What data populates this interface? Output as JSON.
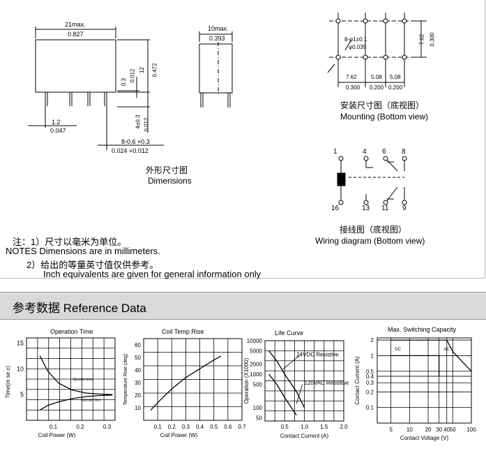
{
  "dimensions": {
    "width_max": "21max.",
    "width_inch": "0.827",
    "depth_max": "10max.",
    "depth_inch": "0.393",
    "dim_03": "0.3",
    "dim_0012a": "0.012",
    "dim_12": "12",
    "dim_0472": "0.472",
    "dim_12b": "1.2",
    "dim_0047": "0.047",
    "dim_4": "4±0.3",
    "dim_0012b": "0.012",
    "pin": "8-0.6 ×0.3",
    "pin_inch": "0.024 ×0.012",
    "caption_cn": "外形尺寸图",
    "caption_en": "Dimensions"
  },
  "mounting": {
    "hole": "8-φ1±0.1",
    "hole_inch": "φ0.039",
    "v1": "7.62",
    "v1_inch": "0.300",
    "h1": "7.62",
    "h1_inch": "0.300",
    "h2": "5.08",
    "h2_inch": "0.200",
    "h3": "5.08",
    "h3_inch": "0.200",
    "caption_cn": "安装尺寸图（底视图）",
    "caption_en": "Mounting (Bottom view)"
  },
  "wiring": {
    "pins_top": [
      "1",
      "4",
      "6",
      "8"
    ],
    "pins_bottom": [
      "16",
      "13",
      "11",
      "9"
    ],
    "caption_cn": "接线图（底视图）",
    "caption_en": "Wiring diagram (Bottom view)"
  },
  "notes": {
    "line1": "注：1）尺寸以毫米为单位。",
    "line2": "NOTES   Dimensions are in millimeters.",
    "line3": "2）给出的等量英寸值仅供参考。",
    "line4": "Inch equivalents are given for general information only"
  },
  "reference": {
    "title": "参考数据 Reference Data"
  },
  "chart_data": [
    {
      "type": "line",
      "title": "Operation Time",
      "xlabel": "Coil Power (W)",
      "ylabel": "Time(m se c)",
      "xticks": [
        "0.1",
        "0.2",
        "0.3"
      ],
      "yticks": [
        "5",
        "10",
        "15"
      ],
      "xlim": [
        0,
        0.33
      ],
      "ylim": [
        0,
        16
      ],
      "annotations": [
        "Operate time",
        "Operate time"
      ],
      "series": [
        {
          "x": [
            0.05,
            0.08,
            0.12,
            0.17,
            0.22,
            0.27,
            0.32
          ],
          "values": [
            12.5,
            9.5,
            7.2,
            5.9,
            5.3,
            5.1,
            5.0
          ]
        },
        {
          "x": [
            0.05,
            0.08,
            0.12,
            0.17,
            0.22,
            0.27,
            0.32
          ],
          "values": [
            2.0,
            2.9,
            3.6,
            4.2,
            4.6,
            4.8,
            4.9
          ]
        }
      ]
    },
    {
      "type": "line",
      "title": "Coil Temp Rise",
      "xlabel": "Coil Power (W)",
      "ylabel": "Temperature Rise (deg)",
      "xticks": [
        "0.1",
        "0.2",
        "0.3",
        "0.4",
        "0.5",
        "0.6",
        "0.7"
      ],
      "yticks": [
        "10",
        "20",
        "30",
        "40",
        "50",
        "60"
      ],
      "xlim": [
        0,
        0.7
      ],
      "ylim": [
        0,
        65
      ],
      "series": [
        {
          "x": [
            0.05,
            0.1,
            0.2,
            0.3,
            0.4,
            0.5,
            0.55
          ],
          "values": [
            8,
            14,
            25,
            34,
            41,
            48,
            51
          ]
        }
      ]
    },
    {
      "type": "line",
      "title": "Life Curve",
      "xlabel": "Contact Current (A)",
      "ylabel": "Operation (X1000)",
      "xticks": [
        "0.5",
        "1.0",
        "1.5",
        "2.0"
      ],
      "yticks": [
        "50",
        "100",
        "500",
        "1000",
        "2000",
        "5000",
        "10000"
      ],
      "xlim": [
        0,
        2.0
      ],
      "ylim": [
        40,
        10000
      ],
      "annotations": [
        "24VDC  Resistive",
        "120VAC  Resistive"
      ],
      "series": [
        {
          "name": "24VDC  Resistive",
          "x": [
            0.1,
            0.3,
            0.5,
            0.8,
            1.0
          ],
          "values": [
            5000,
            2500,
            1000,
            300,
            100
          ]
        },
        {
          "name": "120VAC  Resistive",
          "x": [
            0.1,
            0.3,
            0.5,
            0.8
          ],
          "values": [
            1000,
            500,
            200,
            60
          ]
        }
      ]
    },
    {
      "type": "line",
      "title": "Max.  Switching  Capacity",
      "xlabel": "Contact Voltage (V)",
      "ylabel": "Contact Current (A)",
      "xticks": [
        "5",
        "10",
        "20",
        "30",
        "40",
        "50",
        "100"
      ],
      "yticks": [
        "0.1",
        "0.2",
        "0.3",
        "0.4",
        "0.5",
        "1",
        "2"
      ],
      "annotations": [
        "DC",
        "AC"
      ],
      "series": [
        {
          "name": "DC",
          "x": [
            5,
            30,
            30
          ],
          "values": [
            1,
            1,
            0.4
          ]
        },
        {
          "name": "AC",
          "x": [
            5,
            40,
            50,
            100
          ],
          "values": [
            2,
            2,
            1.2,
            0.5
          ]
        }
      ]
    }
  ]
}
